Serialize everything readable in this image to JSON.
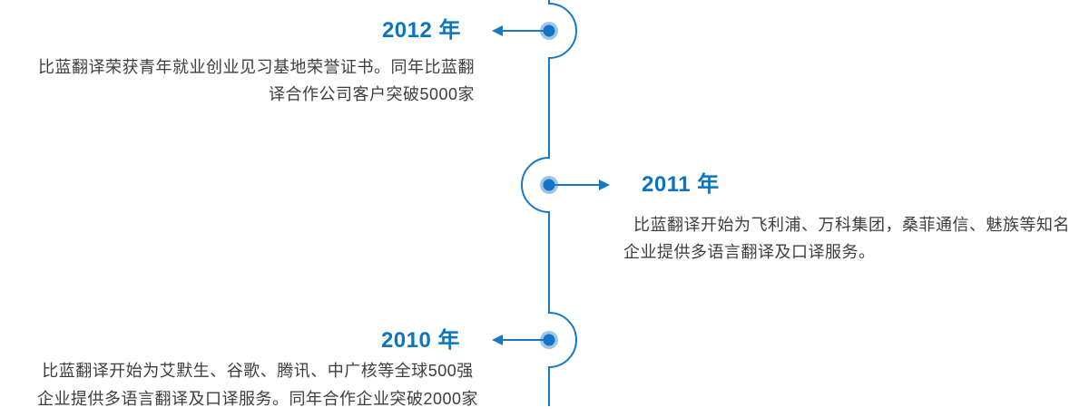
{
  "page": {
    "background_color": "#ffffff"
  },
  "timeline": {
    "colors": {
      "spine_line": "#1778c4",
      "year_heading": "#0a75c2",
      "body_text": "#3e3e3e",
      "node_inner": "#1574c5",
      "node_halo": "#9fc6e8"
    },
    "items": [
      {
        "year": "2012 年",
        "side": "left",
        "lines": [
          "比蓝翻译荣获青年就业创业见习基地荣誉证书。同年比蓝翻",
          "译合作公司客户突破5000家"
        ]
      },
      {
        "year": "2011 年",
        "side": "right",
        "lines": [
          "比蓝翻译开始为飞利浦、万科集团，桑菲通信、魅族等知名",
          "企业提供多语言翻译及口译服务。"
        ]
      },
      {
        "year": "2010 年",
        "side": "left",
        "lines": [
          "比蓝翻译开始为艾默生、谷歌、腾讯、中广核等全球500强",
          "企业提供多语言翻译及口译服务。同年合作企业突破2000家"
        ]
      }
    ]
  }
}
